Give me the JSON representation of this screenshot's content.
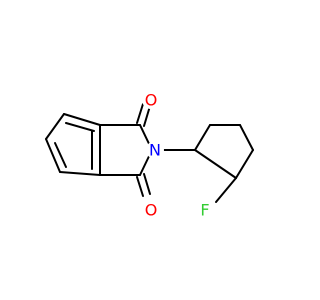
{
  "molecule": {
    "atoms": {
      "O1": {
        "symbol": "O",
        "color": "#ff0000"
      },
      "O2": {
        "symbol": "O",
        "color": "#ff0000"
      },
      "N": {
        "symbol": "N",
        "color": "#0000ff"
      },
      "F": {
        "symbol": "F",
        "color": "#33cc33"
      }
    }
  }
}
